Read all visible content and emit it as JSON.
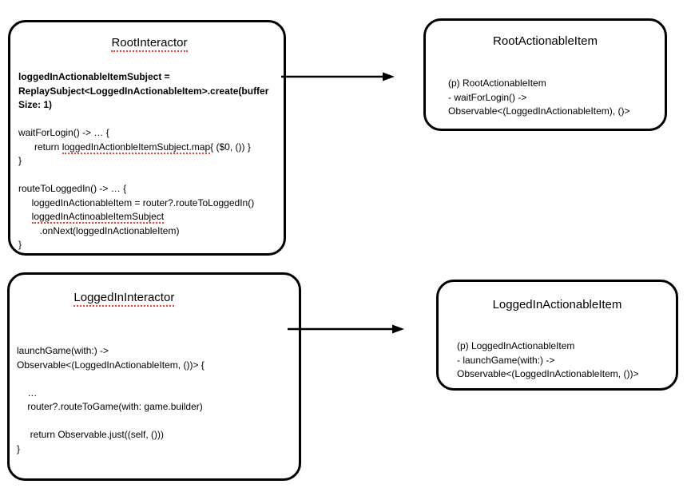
{
  "colors": {
    "border": "#000000",
    "text": "#000000",
    "background": "#ffffff",
    "spellcheck_underline": "#ff3b30"
  },
  "diagram": {
    "root_interactor": {
      "title": "RootInteractor",
      "code_lines": [
        {
          "segments": [
            {
              "text": "loggedInActionableItemSubject =",
              "bold": true
            }
          ]
        },
        {
          "segments": [
            {
              "text": "ReplaySubject<LoggedInActionableItem>.create(buffer",
              "bold": true
            }
          ]
        },
        {
          "segments": [
            {
              "text": "Size: 1)",
              "bold": true
            }
          ]
        },
        {
          "segments": []
        },
        {
          "segments": [
            {
              "text": "waitForLogin() -> … {"
            }
          ]
        },
        {
          "segments": [
            {
              "text": "      return "
            },
            {
              "text": "loggedInActionbleItemSubject.map",
              "misspelled": true
            },
            {
              "text": "{ ($0, ()) }"
            }
          ]
        },
        {
          "segments": [
            {
              "text": "}"
            }
          ]
        },
        {
          "segments": []
        },
        {
          "segments": [
            {
              "text": "routeToLoggedIn() -> … {"
            }
          ]
        },
        {
          "segments": [
            {
              "text": "     loggedInActionableItem = router?.routeToLoggedIn()"
            }
          ]
        },
        {
          "segments": [
            {
              "text": "     "
            },
            {
              "text": "loggedInActinoableItemSubject",
              "misspelled": true
            }
          ]
        },
        {
          "segments": [
            {
              "text": "        .onNext(loggedInActionableItem)"
            }
          ]
        },
        {
          "segments": [
            {
              "text": "}"
            }
          ]
        }
      ]
    },
    "root_actionable_item": {
      "title": "RootActionableItem",
      "body_lines": [
        "(p) RootActionableItem",
        "- waitForLogin() ->",
        "Observable<(LoggedInActionableItem), ()>"
      ]
    },
    "logged_in_interactor": {
      "title": "LoggedInInteractor",
      "code_lines": [
        {
          "segments": [
            {
              "text": "launchGame(with:) ->"
            }
          ]
        },
        {
          "segments": [
            {
              "text": "Observable<(LoggedInActionableItem, ())> {"
            }
          ]
        },
        {
          "segments": []
        },
        {
          "segments": [
            {
              "text": "    …"
            }
          ]
        },
        {
          "segments": [
            {
              "text": "    router?.routeToGame(with: game.builder)"
            }
          ]
        },
        {
          "segments": []
        },
        {
          "segments": [
            {
              "text": "     return Observable.just((self, ()))"
            }
          ]
        },
        {
          "segments": [
            {
              "text": "}"
            }
          ]
        }
      ]
    },
    "logged_in_actionable_item": {
      "title": "LoggedInActionableItem",
      "body_lines": [
        "(p) LoggedInActionableItem",
        "- launchGame(with:) ->",
        "Observable<(LoggedInActionableItem, ())>"
      ]
    },
    "arrows": [
      {
        "from": "RootInteractor",
        "to": "RootActionableItem"
      },
      {
        "from": "LoggedInInteractor",
        "to": "LoggedInActionableItem"
      }
    ]
  }
}
